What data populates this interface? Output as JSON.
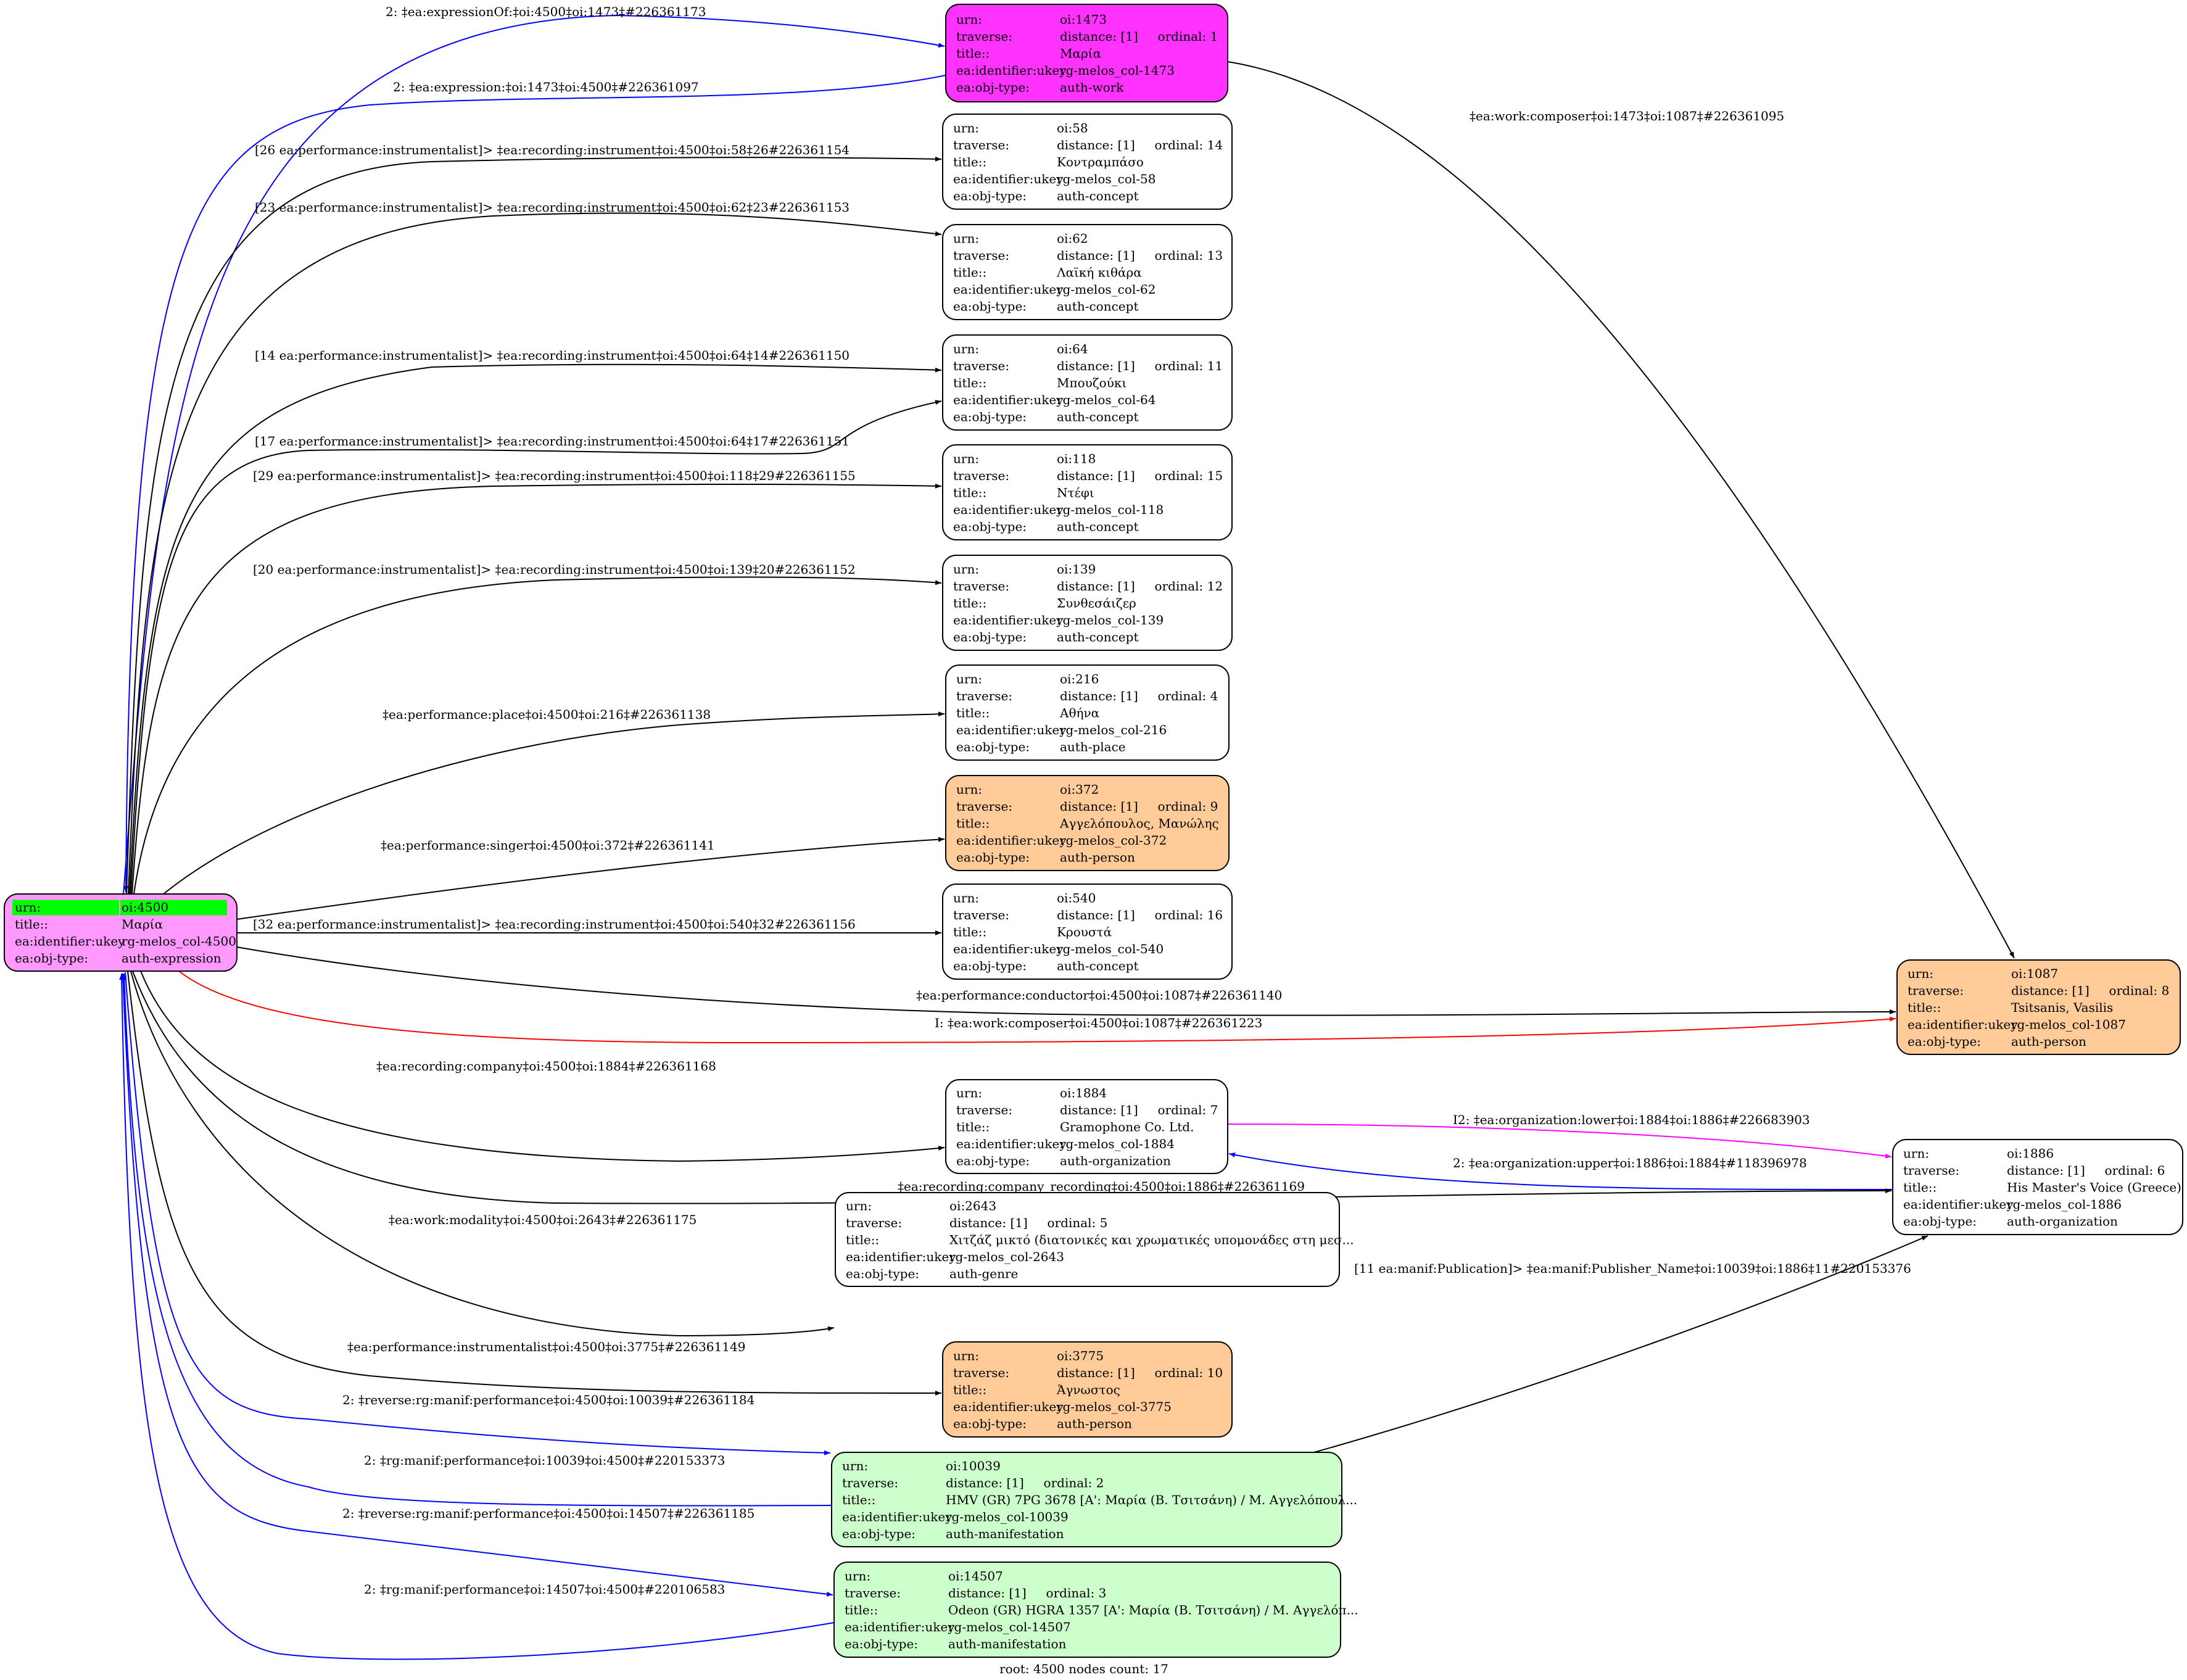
{
  "colors": {
    "root_fill": "#ff99ff",
    "root_urn_highlight": "#00ff00",
    "work_fill": "#ff33ff",
    "concept_fill": "#ffffff",
    "person_fill": "#ffcc99",
    "manifestation_fill": "#ccffcc",
    "edge_black": "#000000",
    "edge_blue": "#0000ff",
    "edge_red": "#ff0000",
    "edge_magenta": "#ff00ff"
  },
  "labels": {
    "urn": "urn:",
    "traverse": "traverse:",
    "title": "title::",
    "ukey": "ea:identifier:ukey",
    "objtype": "ea:obj-type:"
  },
  "nodes": [
    {
      "id": "4500",
      "urn": "oi:4500",
      "traverse": "",
      "title": "Μαρία",
      "ukey": "rg-melos_col-4500",
      "objtype": "auth-expression",
      "kind": "root"
    },
    {
      "id": "1473",
      "urn": "oi:1473",
      "traverse": "distance: [1]     ordinal: 1",
      "title": "Μαρία",
      "ukey": "rg-melos_col-1473",
      "objtype": "auth-work",
      "kind": "work"
    },
    {
      "id": "58",
      "urn": "oi:58",
      "traverse": "distance: [1]     ordinal: 14",
      "title": "Κοντραμπάσο",
      "ukey": "rg-melos_col-58",
      "objtype": "auth-concept",
      "kind": "concept"
    },
    {
      "id": "62",
      "urn": "oi:62",
      "traverse": "distance: [1]     ordinal: 13",
      "title": "Λαϊκή κιθάρα",
      "ukey": "rg-melos_col-62",
      "objtype": "auth-concept",
      "kind": "concept"
    },
    {
      "id": "64",
      "urn": "oi:64",
      "traverse": "distance: [1]     ordinal: 11",
      "title": "Μπουζούκι",
      "ukey": "rg-melos_col-64",
      "objtype": "auth-concept",
      "kind": "concept"
    },
    {
      "id": "118",
      "urn": "oi:118",
      "traverse": "distance: [1]     ordinal: 15",
      "title": "Ντέφι",
      "ukey": "rg-melos_col-118",
      "objtype": "auth-concept",
      "kind": "concept"
    },
    {
      "id": "139",
      "urn": "oi:139",
      "traverse": "distance: [1]     ordinal: 12",
      "title": "Συνθεσάιζερ",
      "ukey": "rg-melos_col-139",
      "objtype": "auth-concept",
      "kind": "concept"
    },
    {
      "id": "216",
      "urn": "oi:216",
      "traverse": "distance: [1]     ordinal: 4",
      "title": "Αθήνα",
      "ukey": "rg-melos_col-216",
      "objtype": "auth-place",
      "kind": "concept"
    },
    {
      "id": "372",
      "urn": "oi:372",
      "traverse": "distance: [1]     ordinal: 9",
      "title": "Αγγελόπουλος, Μανώλης",
      "ukey": "rg-melos_col-372",
      "objtype": "auth-person",
      "kind": "person"
    },
    {
      "id": "540",
      "urn": "oi:540",
      "traverse": "distance: [1]     ordinal: 16",
      "title": "Κρουστά",
      "ukey": "rg-melos_col-540",
      "objtype": "auth-concept",
      "kind": "concept"
    },
    {
      "id": "1087",
      "urn": "oi:1087",
      "traverse": "distance: [1]     ordinal: 8",
      "title": "Tsitsanis, Vasilis",
      "ukey": "rg-melos_col-1087",
      "objtype": "auth-person",
      "kind": "person"
    },
    {
      "id": "1884",
      "urn": "oi:1884",
      "traverse": "distance: [1]     ordinal: 7",
      "title": "Gramophone Co. Ltd.",
      "ukey": "rg-melos_col-1884",
      "objtype": "auth-organization",
      "kind": "concept"
    },
    {
      "id": "1886",
      "urn": "oi:1886",
      "traverse": "distance: [1]     ordinal: 6",
      "title": "His Master's Voice (Greece)",
      "ukey": "rg-melos_col-1886",
      "objtype": "auth-organization",
      "kind": "concept"
    },
    {
      "id": "2643",
      "urn": "oi:2643",
      "traverse": "distance: [1]     ordinal: 5",
      "title": "Χιτζάζ μικτό (διατονικές και χρωματικές υπομονάδες στη μεσ...",
      "ukey": "rg-melos_col-2643",
      "objtype": "auth-genre",
      "kind": "concept"
    },
    {
      "id": "3775",
      "urn": "oi:3775",
      "traverse": "distance: [1]     ordinal: 10",
      "title": "Άγνωστος",
      "ukey": "rg-melos_col-3775",
      "objtype": "auth-person",
      "kind": "person"
    },
    {
      "id": "10039",
      "urn": "oi:10039",
      "traverse": "distance: [1]     ordinal: 2",
      "title": "HMV (GR) 7PG 3678 [A': Μαρία (Β. Τσιτσάνη) / Μ. Αγγελόπουλ...",
      "ukey": "rg-melos_col-10039",
      "objtype": "auth-manifestation",
      "kind": "manifestation"
    },
    {
      "id": "14507",
      "urn": "oi:14507",
      "traverse": "distance: [1]     ordinal: 3",
      "title": "Odeon (GR) HGRA 1357 [A': Μαρία (Β. Τσιτσάνη) / Μ. Αγγελόπ...",
      "ukey": "rg-melos_col-14507",
      "objtype": "auth-manifestation",
      "kind": "manifestation"
    }
  ],
  "edges": [
    {
      "from": "4500",
      "to": "1473",
      "label": "2: ‡ea:expressionOf:‡oi:4500‡oi:1473‡#226361173",
      "color": "blue"
    },
    {
      "from": "1473",
      "to": "4500",
      "label": "2: ‡ea:expression:‡oi:1473‡oi:4500‡#226361097",
      "color": "blue"
    },
    {
      "from": "1473",
      "to": "1087",
      "label": "‡ea:work:composer‡oi:1473‡oi:1087‡#226361095",
      "color": "black"
    },
    {
      "from": "4500",
      "to": "58",
      "label": "[26 ea:performance:instrumentalist]> ‡ea:recording:instrument‡oi:4500‡oi:58‡26#226361154",
      "color": "black"
    },
    {
      "from": "4500",
      "to": "62",
      "label": "[23 ea:performance:instrumentalist]> ‡ea:recording:instrument‡oi:4500‡oi:62‡23#226361153",
      "color": "black"
    },
    {
      "from": "4500",
      "to": "64",
      "label": "[14 ea:performance:instrumentalist]> ‡ea:recording:instrument‡oi:4500‡oi:64‡14#226361150",
      "color": "black"
    },
    {
      "from": "4500",
      "to": "64",
      "label": "[17 ea:performance:instrumentalist]> ‡ea:recording:instrument‡oi:4500‡oi:64‡17#226361151",
      "color": "black"
    },
    {
      "from": "4500",
      "to": "118",
      "label": "[29 ea:performance:instrumentalist]> ‡ea:recording:instrument‡oi:4500‡oi:118‡29#226361155",
      "color": "black"
    },
    {
      "from": "4500",
      "to": "139",
      "label": "[20 ea:performance:instrumentalist]> ‡ea:recording:instrument‡oi:4500‡oi:139‡20#226361152",
      "color": "black"
    },
    {
      "from": "4500",
      "to": "216",
      "label": "‡ea:performance:place‡oi:4500‡oi:216‡#226361138",
      "color": "black"
    },
    {
      "from": "4500",
      "to": "372",
      "label": "‡ea:performance:singer‡oi:4500‡oi:372‡#226361141",
      "color": "black"
    },
    {
      "from": "4500",
      "to": "540",
      "label": "[32 ea:performance:instrumentalist]> ‡ea:recording:instrument‡oi:4500‡oi:540‡32#226361156",
      "color": "black"
    },
    {
      "from": "4500",
      "to": "1087",
      "label": "‡ea:performance:conductor‡oi:4500‡oi:1087‡#226361140",
      "color": "black"
    },
    {
      "from": "4500",
      "to": "1087",
      "label": "I: ‡ea:work:composer‡oi:4500‡oi:1087‡#226361223",
      "color": "red"
    },
    {
      "from": "4500",
      "to": "1884",
      "label": "‡ea:recording:company‡oi:4500‡oi:1884‡#226361168",
      "color": "black"
    },
    {
      "from": "1884",
      "to": "1886",
      "label": "I2: ‡ea:organization:lower‡oi:1884‡oi:1886‡#226683903",
      "color": "magenta"
    },
    {
      "from": "1886",
      "to": "1884",
      "label": "2: ‡ea:organization:upper‡oi:1886‡oi:1884‡#118396978",
      "color": "blue"
    },
    {
      "from": "4500",
      "to": "1886",
      "label": "‡ea:recording:company_recording‡oi:4500‡oi:1886‡#226361169",
      "color": "black"
    },
    {
      "from": "4500",
      "to": "2643",
      "label": "‡ea:work:modality‡oi:4500‡oi:2643‡#226361175",
      "color": "black"
    },
    {
      "from": "10039",
      "to": "1886",
      "label": "[11 ea:manif:Publication]> ‡ea:manif:Publisher_Name‡oi:10039‡oi:1886‡11#220153376",
      "color": "black"
    },
    {
      "from": "4500",
      "to": "3775",
      "label": "‡ea:performance:instrumentalist‡oi:4500‡oi:3775‡#226361149",
      "color": "black"
    },
    {
      "from": "4500",
      "to": "10039",
      "label": "2: ‡reverse:rg:manif:performance‡oi:4500‡oi:10039‡#226361184",
      "color": "blue"
    },
    {
      "from": "10039",
      "to": "4500",
      "label": "2: ‡rg:manif:performance‡oi:10039‡oi:4500‡#220153373",
      "color": "blue"
    },
    {
      "from": "4500",
      "to": "14507",
      "label": "2: ‡reverse:rg:manif:performance‡oi:4500‡oi:14507‡#226361185",
      "color": "blue"
    },
    {
      "from": "14507",
      "to": "4500",
      "label": "2: ‡rg:manif:performance‡oi:14507‡oi:4500‡#220106583",
      "color": "blue"
    }
  ],
  "footer": "root: 4500 nodes count: 17"
}
